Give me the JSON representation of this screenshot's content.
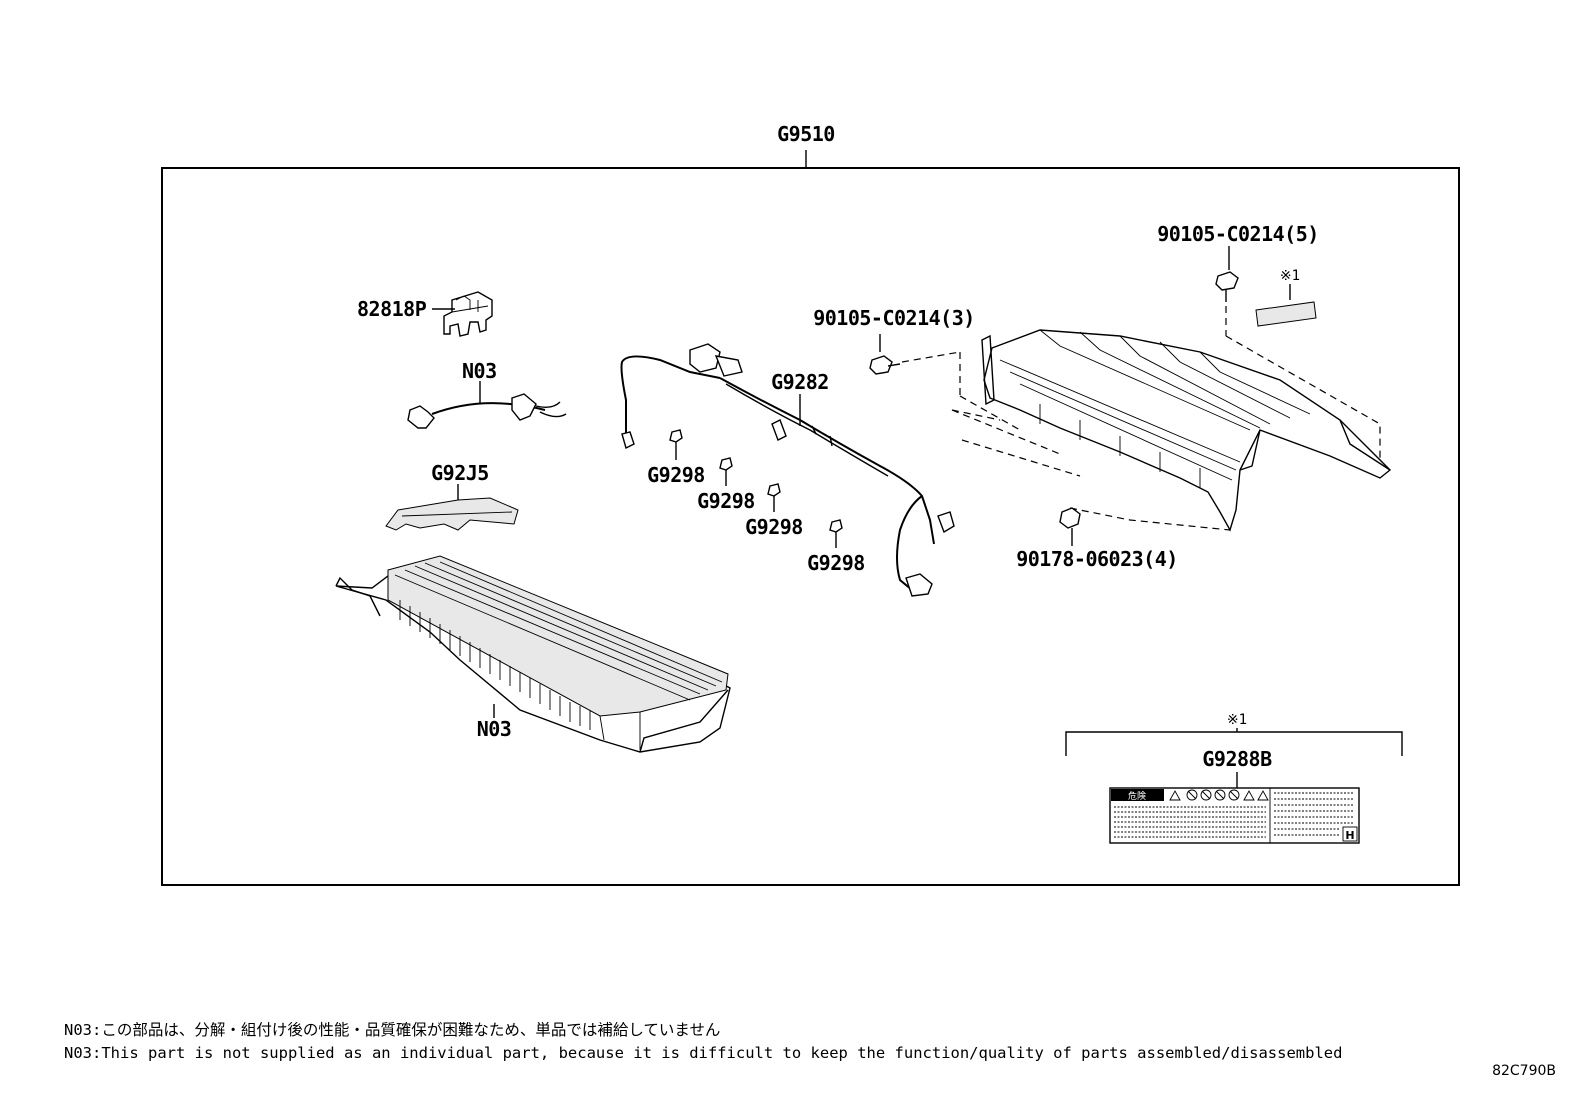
{
  "diagram": {
    "assembly_label": "G9510",
    "labels": {
      "bracket": "82818P",
      "harness_small": "N03",
      "cover_plate": "G92J5",
      "battery_module": "N03",
      "wire_harness": "G9282",
      "clip_1": "G9298",
      "clip_2": "G9298",
      "clip_3": "G9298",
      "clip_4": "G9298",
      "bolt_front": "90105-C0214(3)",
      "bolt_top": "90105-C0214(5)",
      "nut_bottom": "90178-06023(4)",
      "note_mark_top": "※1",
      "note_mark_box": "※1",
      "caution_label": "G9288B"
    },
    "caution_label_text": {
      "warning_word": "危険",
      "corner_letter": "H"
    }
  },
  "notes": {
    "line_ja": "N03:この部品は、分解・組付け後の性能・品質確保が困難なため、単品では補給していません",
    "line_en": "N03:This part is not supplied as an individual part, because it is difficult to keep the function/quality of parts assembled/disassembled"
  },
  "figure_code": "82C790B"
}
